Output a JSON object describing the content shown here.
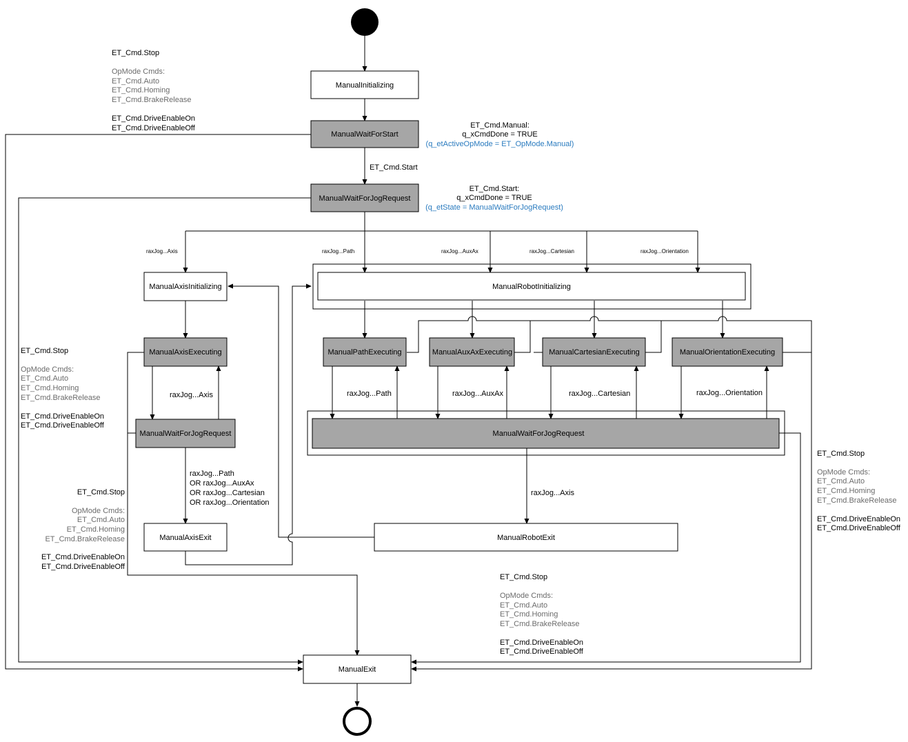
{
  "colors": {
    "state_fill": "#ffffff",
    "active_fill": "#a6a6a6",
    "stroke": "#000000",
    "note_gray": "#6b6b6b",
    "note_blue": "#2a7bbf"
  },
  "states": {
    "manual_initializing": "ManualInitializing",
    "manual_wait_for_start": "ManualWaitForStart",
    "manual_wait_for_jog_request": "ManualWaitForJogRequest",
    "manual_axis_initializing": "ManualAxisInitializing",
    "manual_robot_initializing": "ManualRobotInitializing",
    "manual_axis_executing": "ManualAxisExecuting",
    "manual_axis_wait_for_jog_request": "ManualWaitForJogRequest",
    "manual_path_executing": "ManualPathExecuting",
    "manual_auxax_executing": "ManualAuxAxExecuting",
    "manual_cartesian_executing": "ManualCartesianExecuting",
    "manual_orientation_executing": "ManualOrientationExecuting",
    "manual_robot_wait_for_jog_request": "ManualWaitForJogRequest",
    "manual_axis_exit": "ManualAxisExit",
    "manual_robot_exit": "ManualRobotExit",
    "manual_exit": "ManualExit"
  },
  "transitions": {
    "et_cmd_start": "ET_Cmd.Start",
    "raxjog_axis_small": "raxJog...Axis",
    "raxjog_path_small": "raxJog...Path",
    "raxjog_auxax_small": "raxJog...AuxAx",
    "raxjog_cartesian_small": "raxJog...Cartesian",
    "raxjog_orientation_small": "raxJog...Orientation",
    "raxjog_axis": "raxJog...Axis",
    "raxjog_path": "raxJog...Path",
    "raxjog_auxax": "raxJog...AuxAx",
    "raxjog_cartesian": "raxJog...Cartesian",
    "raxjog_orientation": "raxJog...Orientation",
    "raxjog_axis_robot_exit": "raxJog...Axis",
    "axis_exit_cond": [
      "raxJog...Path",
      "OR raxJog...AuxAx",
      "OR raxJog...Cartesian",
      "OR raxJog...Orientation"
    ]
  },
  "notes": {
    "manual_done": {
      "line1": "ET_Cmd.Manual:",
      "line2": "q_xCmdDone = TRUE",
      "line3": "(q_etActiveOpMode = ET_OpMode.Manual)"
    },
    "start_done": {
      "line1": "ET_Cmd.Start:",
      "line2": "q_xCmdDone = TRUE",
      "line3": "(q_etState = ManualWaitForJogRequest)"
    }
  },
  "exit_blocks": {
    "stop": "ET_Cmd.Stop",
    "opmode_header": "OpMode Cmds:",
    "opmode_auto": "ET_Cmd.Auto",
    "opmode_homing": "ET_Cmd.Homing",
    "opmode_brake": "ET_Cmd.BrakeRelease",
    "drive_on": "ET_Cmd.DriveEnableOn",
    "drive_off": "ET_Cmd.DriveEnableOff"
  }
}
